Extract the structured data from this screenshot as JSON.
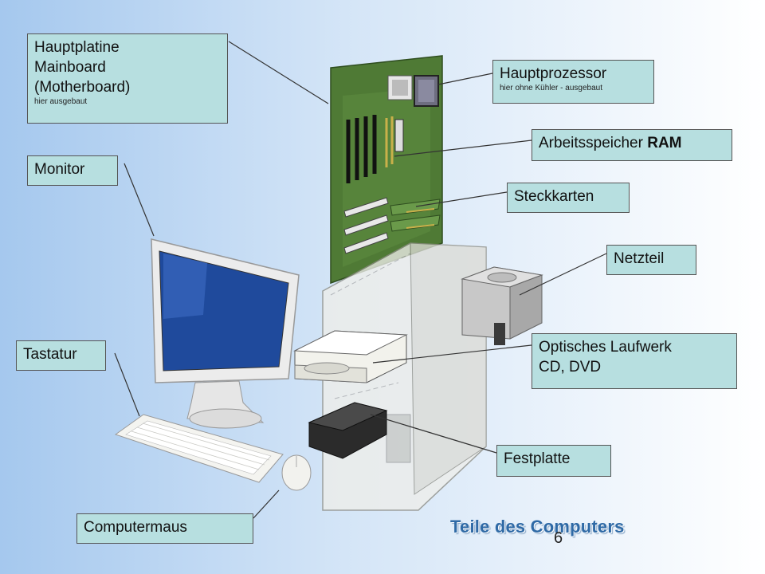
{
  "labels": {
    "mainboard": {
      "line1": "Hauptplatine",
      "line2": "Mainboard",
      "line3": "(Motherboard)",
      "note": "hier ausgebaut"
    },
    "monitor": {
      "text": "Monitor"
    },
    "keyboard": {
      "text": "Tastatur"
    },
    "mouse": {
      "text": "Computermaus"
    },
    "cpu": {
      "text": "Hauptprozessor",
      "note": "hier ohne Kühler - ausgebaut"
    },
    "ram": {
      "text": "Arbeitsspeicher",
      "bold": "RAM"
    },
    "cards": {
      "text": "Steckkarten"
    },
    "psu": {
      "text": "Netzteil"
    },
    "optical": {
      "line1": "Optisches Laufwerk",
      "line2": "CD, DVD"
    },
    "hdd": {
      "text": "Festplatte"
    }
  },
  "title": "Teile des Computers",
  "page_number": "6",
  "colors": {
    "label_bg": "#b7dfe0",
    "title": "#2f6aa6",
    "board": "#4f7a35"
  }
}
